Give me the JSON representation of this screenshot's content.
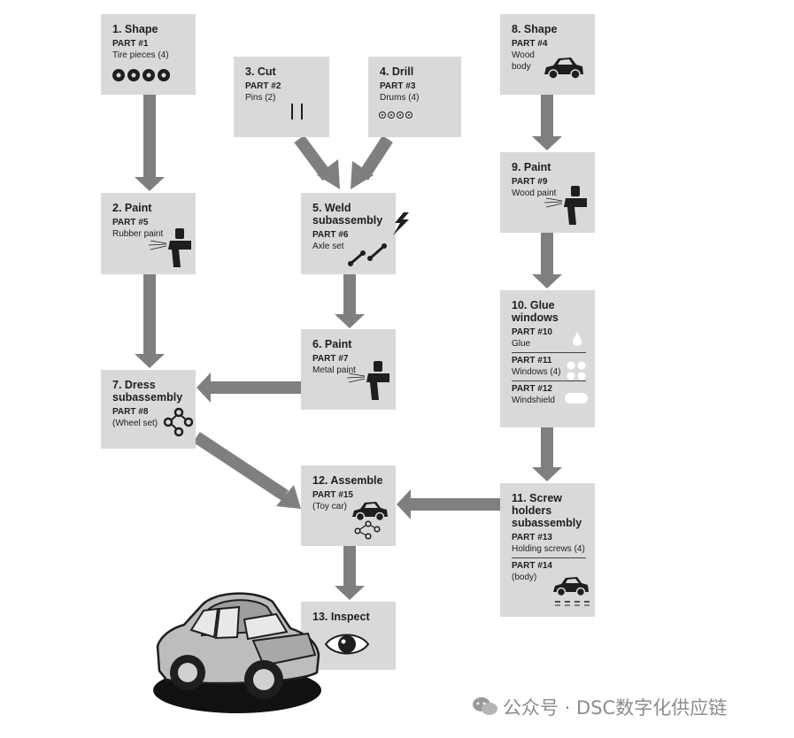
{
  "steps": {
    "s1": {
      "title": "1. Shape",
      "part": "PART #1",
      "desc": "Tire pieces (4)"
    },
    "s2": {
      "title": "2. Paint",
      "part": "PART #5",
      "desc": "Rubber paint"
    },
    "s3": {
      "title": "3. Cut",
      "part": "PART #2",
      "desc": "Pins (2)"
    },
    "s4": {
      "title": "4. Drill",
      "part": "PART #3",
      "desc": "Drums (4)"
    },
    "s5": {
      "title": "5. Weld\nsubassembly",
      "part": "PART #6",
      "desc": "Axle set"
    },
    "s6": {
      "title": "6. Paint",
      "part": "PART #7",
      "desc": "Metal paint"
    },
    "s7": {
      "title": "7. Dress\nsubassembly",
      "part": "PART #8",
      "desc": "(Wheel set)"
    },
    "s8": {
      "title": "8. Shape",
      "part": "PART #4",
      "desc": "Wood\nbody"
    },
    "s9": {
      "title": "9. Paint",
      "part": "PART #9",
      "desc": "Wood paint"
    },
    "s10": {
      "title": "10. Glue\nwindows",
      "parts": [
        {
          "part": "PART #10",
          "desc": "Glue"
        },
        {
          "part": "PART #11",
          "desc": "Windows (4)"
        },
        {
          "part": "PART #12",
          "desc": "Windshield"
        }
      ]
    },
    "s11": {
      "title": "11. Screw\nholders\nsubassembly",
      "parts": [
        {
          "part": "PART #13",
          "desc": "Holding screws (4)"
        },
        {
          "part": "PART #14",
          "desc": "(body)"
        }
      ]
    },
    "s12": {
      "title": "12. Assemble",
      "part": "PART #15",
      "desc": "(Toy car)"
    },
    "s13": {
      "title": "13. Inspect"
    }
  },
  "watermark": "公众号 · DSC数字化供应链",
  "colors": {
    "box": "#d9d9d9",
    "arrow": "#7f7f7f",
    "text": "#1e1e1e"
  },
  "icons": [
    "tire-icon",
    "pin-icon",
    "drum-icon",
    "spray-gun-icon",
    "lightning-icon",
    "axle-icon",
    "wheel-set-icon",
    "car-body-icon",
    "drop-icon",
    "window-icon",
    "windshield-icon",
    "screw-icon",
    "eye-icon",
    "toy-car-illustration",
    "wechat-icon"
  ]
}
